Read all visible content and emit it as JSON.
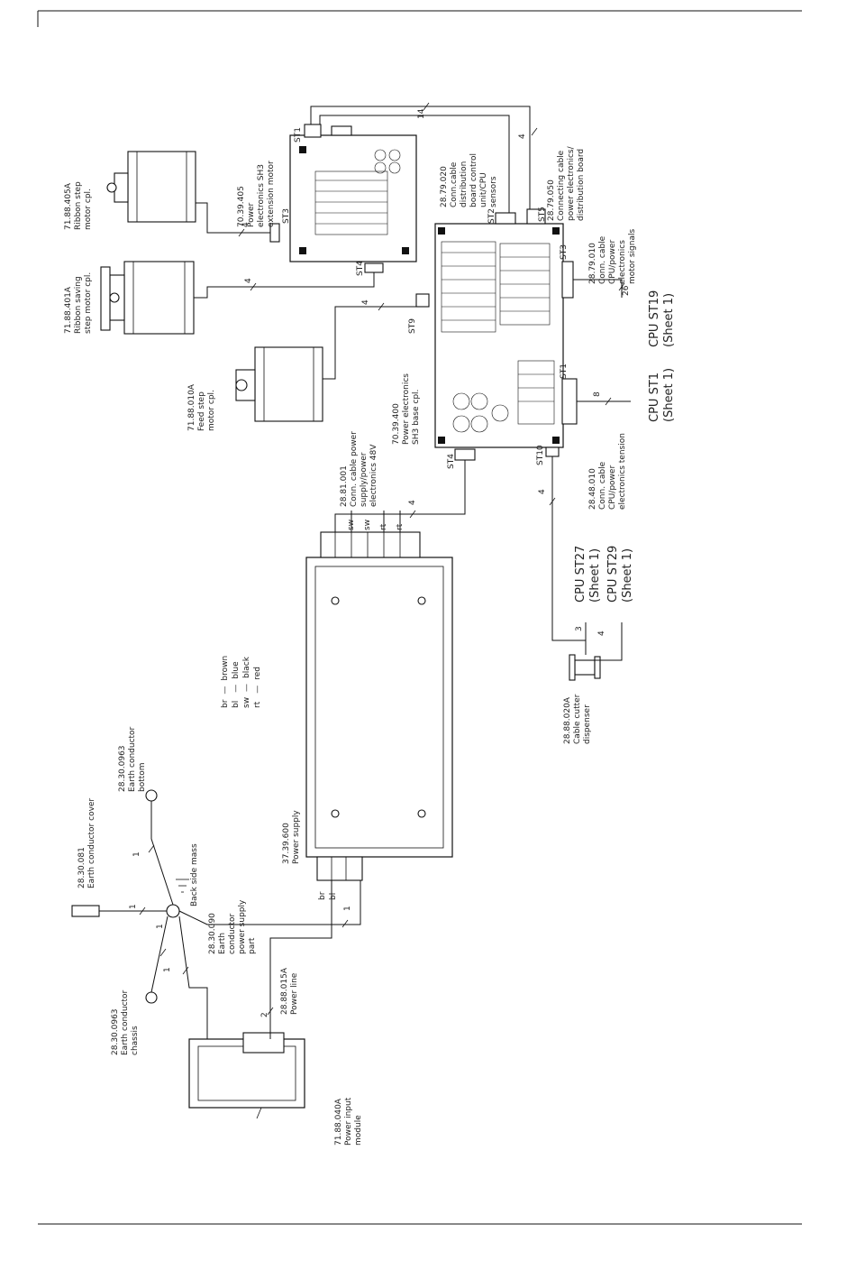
{
  "parts": {
    "ribbon_step_motor": [
      "71.88.405A",
      "Ribbon step",
      "motor cpl."
    ],
    "ribbon_saving_motor": [
      "71.88.401A",
      "Ribbon saving",
      "step motor cpl."
    ],
    "feed_step_motor": [
      "71.88.010A",
      "Feed step",
      "motor cpl."
    ],
    "pe_extension": [
      "70.39.405",
      "Power",
      "electronics SH3",
      "extension motor"
    ],
    "pe_base": [
      "70.39.400",
      "Power electronics",
      "SH3 base cpl."
    ],
    "distribution_board": [
      "28.79.020",
      "Conn.cable",
      "distribution",
      "board control",
      "unit/CPU",
      "sensors"
    ],
    "connecting_cable": [
      "28.79.050",
      "Connecting cable",
      "power electronics/",
      "distribution board"
    ],
    "motor_signals": [
      "28.79.010",
      "Conn. cable",
      "CPU/power",
      "electronics",
      "motor signals"
    ],
    "ps_cable": [
      "28.81.001",
      "Conn. cable power",
      "supply/power",
      "electronics 48V"
    ],
    "tension_cable": [
      "28.48.010",
      "Conn. cable",
      "CPU/power",
      "electronics tension"
    ],
    "power_supply": [
      "37.39.600",
      "Power supply"
    ],
    "cutter": [
      "28.88.020A",
      "Cable cutter",
      "dispenser"
    ],
    "earth_cover": [
      "28.30.081",
      "Earth conductor cover"
    ],
    "earth_bottom": [
      "28.30.0963",
      "Earth conductor",
      "bottom"
    ],
    "earth_chassis": [
      "28.30.0963",
      "Earth conductor",
      "chassis"
    ],
    "earth_ps": [
      "28.30.090",
      "Earth",
      "conductor",
      "power supply",
      "part"
    ],
    "power_line": [
      "28.88.015A",
      "Power line"
    ],
    "power_input": [
      "71.88.040A",
      "Power input",
      "module"
    ],
    "mass": [
      "Back side mass"
    ]
  },
  "cpu_refs": {
    "st19": [
      "CPU ST19",
      "(Sheet 1)"
    ],
    "st1": [
      "CPU ST1",
      "(Sheet 1)"
    ],
    "st27": [
      "CPU ST27",
      "(Sheet 1)"
    ],
    "st29": [
      "CPU ST29",
      "(Sheet 1)"
    ]
  },
  "connectors": [
    "ST1",
    "ST2",
    "ST3",
    "ST4",
    "ST5",
    "ST9",
    "ST10"
  ],
  "wire_counts": [
    "14",
    "4",
    "4",
    "4",
    "4",
    "26",
    "8",
    "4",
    "4",
    "3",
    "4",
    "2",
    "1"
  ],
  "wire_colors": [
    "sw",
    "sw",
    "rt",
    "rt"
  ],
  "ps_terminals": [
    "br",
    "bl"
  ],
  "legend": [
    {
      "code": "br",
      "dash": "—",
      "name": "brown"
    },
    {
      "code": "bl",
      "dash": "—",
      "name": "blue"
    },
    {
      "code": "sw",
      "dash": "—",
      "name": "black"
    },
    {
      "code": "rt",
      "dash": "—",
      "name": "red"
    }
  ]
}
